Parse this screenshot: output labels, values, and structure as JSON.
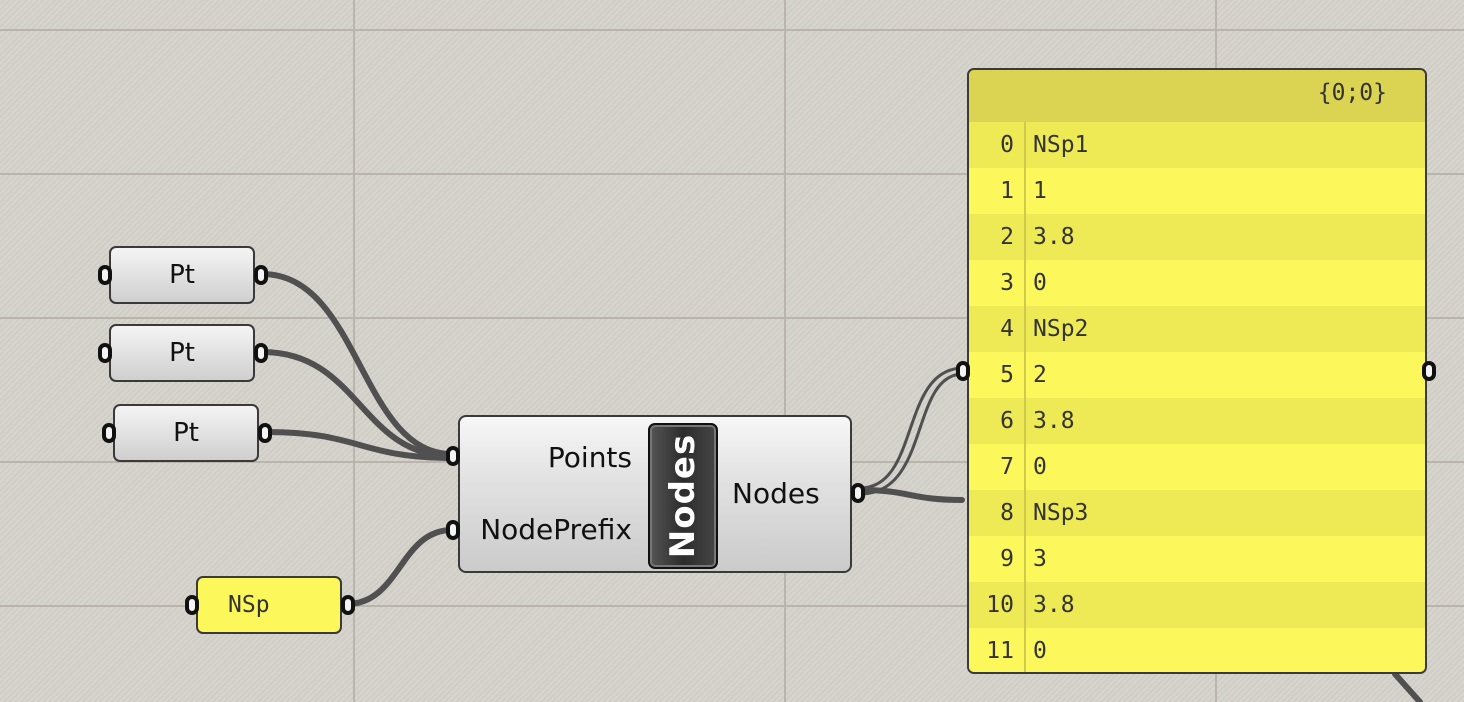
{
  "canvas": {
    "background_color": "#d2d0c9",
    "grid_color": "#b9b5ac"
  },
  "point_params": [
    {
      "label": "Pt"
    },
    {
      "label": "Pt"
    },
    {
      "label": "Pt"
    }
  ],
  "prefix_panel": {
    "value": "NSp"
  },
  "component": {
    "name": "Nodes",
    "inputs": [
      "Points",
      "NodePrefix"
    ],
    "outputs": [
      "Nodes"
    ]
  },
  "output_panel": {
    "path": "{0;0}",
    "color": "#fcf75a",
    "rows": [
      {
        "index": "0",
        "value": "NSp1"
      },
      {
        "index": "1",
        "value": "1"
      },
      {
        "index": "2",
        "value": "3.8"
      },
      {
        "index": "3",
        "value": "0"
      },
      {
        "index": "4",
        "value": "NSp2"
      },
      {
        "index": "5",
        "value": "2"
      },
      {
        "index": "6",
        "value": "3.8"
      },
      {
        "index": "7",
        "value": "0"
      },
      {
        "index": "8",
        "value": "NSp3"
      },
      {
        "index": "9",
        "value": "3"
      },
      {
        "index": "10",
        "value": "3.8"
      },
      {
        "index": "11",
        "value": "0"
      }
    ]
  }
}
